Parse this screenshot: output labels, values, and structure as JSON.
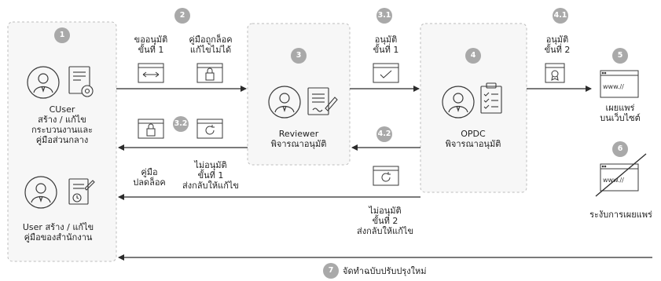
{
  "steps": {
    "s1": "1",
    "s2": "2",
    "s3": "3",
    "s31": "3.1",
    "s32": "3.2",
    "s4": "4",
    "s41": "4.1",
    "s42": "4.2",
    "s5": "5",
    "s6": "6",
    "s7": "7"
  },
  "actors": {
    "cuser": "CUser\nสร้าง / แก้ไข\nกระบวนงานและ\nคู่มือส่วนกลาง",
    "user": "User สร้าง / แก้ไข\nคู่มือของสำนักงาน",
    "reviewer": "Reviewer\nพิจารณาอนุมัติ",
    "opdc": "OPDC\nพิจารณาอนุมัติ"
  },
  "labels": {
    "request_step1": "ขออนุมัติ\nขั้นที่ 1",
    "manual_locked": "คู่มือถูกล็อค\nแก้ไขไม่ได้",
    "approve_step1": "อนุมัติ\nขั้นที่ 1",
    "approve_step2": "อนุมัติ\nขั้นที่ 2",
    "publish_web": "เผยแพร่\nบนเว็บไซต์",
    "suspend_publish": "ระงับการเผยแพร่",
    "manual_unlock": "คู่มือ\nปลดล็อค",
    "reject_step1": "ไม่อนุมัติ\nขั้นที่ 1\nส่งกลับให้แก้ไข",
    "reject_step2": "ไม่อนุมัติ\nขั้นที่ 2\nส่งกลับให้แก้ไข",
    "revise_new": "จัดทำฉบับปรับปรุงใหม่"
  },
  "browser_text": {
    "web1": "www.//",
    "web2": "www.//"
  },
  "colors": {
    "line": "#2b2b2b",
    "dashed_border": "#bdbdbd",
    "panel_fill": "#f6f6f6",
    "badge": "#a9a9a9",
    "icon": "#3a3a3a"
  },
  "icons": [
    "user-icon",
    "document-gear-icon",
    "document-pen-icon",
    "clipboard-check-icon",
    "calendar-document-icon",
    "arrows-icon",
    "lock-icon",
    "check-icon",
    "certificate-icon",
    "refresh-icon",
    "web-icon"
  ]
}
